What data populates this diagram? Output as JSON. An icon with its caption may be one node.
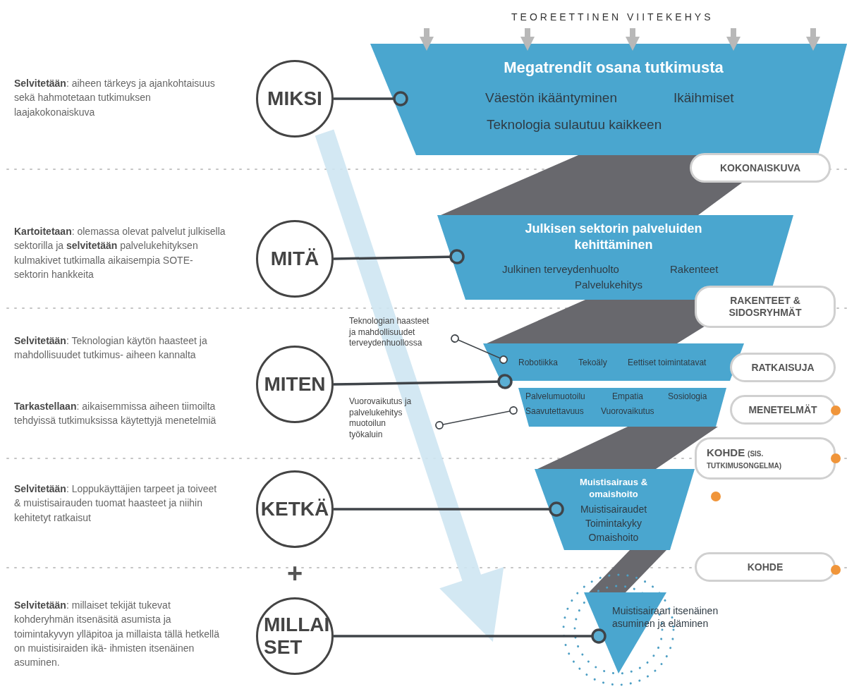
{
  "diagram": {
    "nodes": [
      {
        "text": [
          "MIKSI"
        ]
      },
      {
        "text": [
          "MITÄ"
        ]
      },
      {
        "text": [
          "MITEN"
        ]
      },
      {
        "text": [
          "KETKÄ"
        ]
      },
      {
        "text": [
          "MILLAI SET"
        ]
      },
      {
        "text": [
          "Megatrendit osana tutkimusta",
          "Väestön ikääntyminen",
          "Ikäihmiset",
          "Teknologia sulautuu kaikkeen"
        ]
      },
      {
        "text": [
          "Julkisen sektorin palveluiden kehittäminen",
          "Julkinen terveydenhuolto",
          "Rakenteet",
          "Palvelukehitys"
        ]
      },
      {
        "text": [
          "Robotiikka",
          "Tekoäly",
          "Eettiset toimintatavat"
        ]
      },
      {
        "text": [
          "Palvelumuotoilu",
          "Empatia",
          "Sosiologia",
          "Saavutettavuus",
          "Vuorovaikutus"
        ]
      },
      {
        "text": [
          "Muistisairaus & omaishoito",
          "Muistisairaudet",
          "Toimintakyky",
          "Omaishoito"
        ]
      },
      {
        "text": [
          "Muistisairaan itsenäinen asuminen ja eläminen"
        ]
      },
      {
        "text": [
          "Teknologian haasteet ja mahdollisuudet terveydenhuollossa"
        ]
      },
      {
        "text": [
          "Vuorovaikutus ja palvelukehitys muotoilun työkaluin"
        ]
      },
      {
        "text": [
          "KOKONAISKUVA"
        ]
      },
      {
        "text": [
          "RAKENTEET & SIDOSRYHMÄT"
        ]
      },
      {
        "text": [
          "RATKAISUJA"
        ]
      },
      {
        "text": [
          "MENETELMÄT"
        ]
      },
      {
        "text": [
          "KOHDE",
          "(SIS. TUTKIMUSONGELMA)"
        ]
      },
      {
        "text": [
          "KOHDE"
        ]
      }
    ],
    "edges": [
      {
        "from": null,
        "to": 5,
        "arrow": "to",
        "style": "thick",
        "color": "#b8b8b8"
      },
      {
        "from": null,
        "to": 5,
        "arrow": "to",
        "style": "thick",
        "color": "#b8b8b8"
      },
      {
        "from": null,
        "to": 5,
        "arrow": "to",
        "style": "thick",
        "color": "#b8b8b8"
      },
      {
        "from": null,
        "to": 5,
        "arrow": "to",
        "style": "thick",
        "color": "#b8b8b8"
      },
      {
        "from": null,
        "to": 5,
        "arrow": "to",
        "style": "thick",
        "color": "#b8b8b8"
      },
      {
        "from": 0,
        "to": 5,
        "arrow": "other"
      },
      {
        "from": 1,
        "to": 6,
        "arrow": "other"
      },
      {
        "from": 11,
        "to": 7,
        "arrow": "other"
      },
      {
        "from": 2,
        "to": 7,
        "arrow": "other"
      },
      {
        "from": 12,
        "to": 8,
        "arrow": "other"
      },
      {
        "from": 3,
        "to": 9,
        "arrow": "other"
      },
      {
        "from": 4,
        "to": 10,
        "arrow": "other"
      },
      {
        "from": 0,
        "to": null,
        "arrow": "to",
        "style": "thick",
        "color": "#cfe6f2"
      }
    ],
    "labels": [
      "TEOREETTINEN VIITEKEHYS",
      "**Selvitetään**: aiheen tärkeys ja ajankohtaisuus sekä hahmotetaan tutkimuksen laajakokonaiskuva",
      "**Kartoitetaan**: olemassa olevat palvelut julkisella sektorilla ja **selvitetään** palvelukehityksen kulmakivet tutkimalla aikaisempia SOTE-sektorin hankkeita",
      "**Selvitetään**: Teknologian käytön haasteet ja mahdollisuudet tutkimus- aiheen kannalta",
      "**Tarkastellaan**: aikaisemmissa aiheen tiimoilta tehdyissä tutkimuksissa käytettyjä menetelmiä",
      "**Selvitetään**: Loppukäyttäjien tarpeet ja toiveet & muistisairauden tuomat haasteet ja niihin kehitetyt ratkaisut",
      "+",
      "**Selvitetään**: millaiset tekijät tukevat kohderyhmän itsenäsitä asumista ja toimintakyvyn ylläpitoa ja millaista tällä hetkellä on muistisiraiden ikä- ihmisten itsenäinen asuminen."
    ]
  }
}
